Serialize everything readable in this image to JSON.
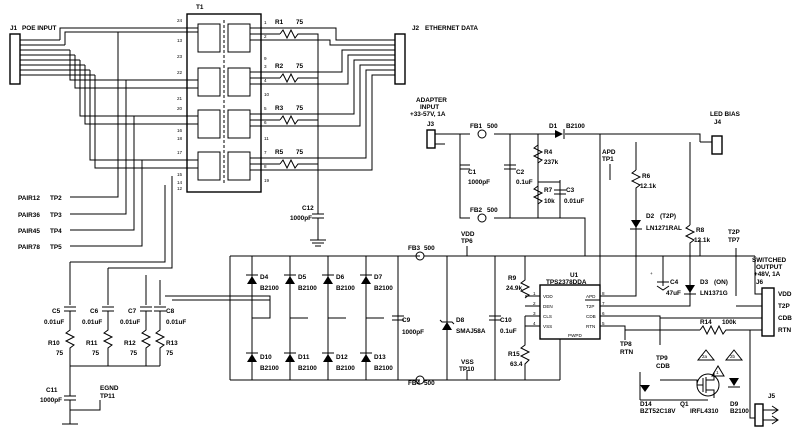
{
  "connectors": {
    "j1": {
      "ref": "J1",
      "name": "POE INPUT"
    },
    "j2": {
      "ref": "J2",
      "name": "ETHERNET DATA"
    },
    "j3": {
      "ref": "J3",
      "name1": "ADAPTER",
      "name2": "INPUT",
      "spec": "+33-57V, 1A"
    },
    "j4": {
      "ref": "J4",
      "name": "LED BIAS"
    },
    "j5": {
      "ref": "J5"
    },
    "j6": {
      "ref": "J6",
      "name1": "SWITCHED",
      "name2": "OUTPUT",
      "spec": "+48V, 1A",
      "pins": [
        "VDD",
        "T2P",
        "CDB",
        "RTN"
      ]
    }
  },
  "transformer": {
    "ref": "T1",
    "left_pins": [
      "24",
      "13",
      "23",
      "22",
      "21",
      "20",
      "16",
      "18",
      "17",
      "15",
      "14",
      "12"
    ],
    "right_pins": [
      "1",
      "2",
      "3",
      "4",
      "5",
      "6",
      "7",
      "8",
      "9",
      "10",
      "11",
      "19"
    ]
  },
  "pair_taps": [
    {
      "name": "PAIR12",
      "tp": "TP2"
    },
    {
      "name": "PAIR36",
      "tp": "TP3"
    },
    {
      "name": "PAIR45",
      "tp": "TP4"
    },
    {
      "name": "PAIR78",
      "tp": "TP5"
    }
  ],
  "resistors": {
    "r1": {
      "ref": "R1",
      "value": "75"
    },
    "r2": {
      "ref": "R2",
      "value": "75"
    },
    "r3": {
      "ref": "R3",
      "value": "75"
    },
    "r5": {
      "ref": "R5",
      "value": "75"
    },
    "r4": {
      "ref": "R4",
      "value": "237k"
    },
    "r7": {
      "ref": "R7",
      "value": "10k"
    },
    "r6": {
      "ref": "R6",
      "value": "12.1k"
    },
    "r8": {
      "ref": "R8",
      "value": "12.1k"
    },
    "r9": {
      "ref": "R9",
      "value": "24.9k"
    },
    "r10": {
      "ref": "R10",
      "value": "75"
    },
    "r11": {
      "ref": "R11",
      "value": "75"
    },
    "r12": {
      "ref": "R12",
      "value": "75"
    },
    "r13": {
      "ref": "R13",
      "value": "75"
    },
    "r14": {
      "ref": "R14",
      "value": "100k"
    },
    "r15": {
      "ref": "R15",
      "value": "63.4"
    }
  },
  "capacitors": {
    "c1": {
      "ref": "C1",
      "value": "1000pF"
    },
    "c2": {
      "ref": "C2",
      "value": "0.1uF"
    },
    "c3": {
      "ref": "C3",
      "value": "0.01uF"
    },
    "c4": {
      "ref": "C4",
      "value": "47uF"
    },
    "c5": {
      "ref": "C5",
      "value": "0.01uF"
    },
    "c6": {
      "ref": "C6",
      "value": "0.01uF"
    },
    "c7": {
      "ref": "C7",
      "value": "0.01uF"
    },
    "c8": {
      "ref": "C8",
      "value": "0.01uF"
    },
    "c9": {
      "ref": "C9",
      "value": "1000pF"
    },
    "c10": {
      "ref": "C10",
      "value": "0.1uF"
    },
    "c11": {
      "ref": "C11",
      "value": "1000pF"
    },
    "c12": {
      "ref": "C12",
      "value": "1000pF"
    }
  },
  "ferrites": {
    "fb1": {
      "ref": "FB1",
      "value": "500"
    },
    "fb2": {
      "ref": "FB2",
      "value": "500"
    },
    "fb3": {
      "ref": "FB3",
      "value": "500"
    },
    "fb4": {
      "ref": "FB4",
      "value": "500"
    }
  },
  "diodes": {
    "d1": {
      "ref": "D1",
      "value": "B2100"
    },
    "d2": {
      "ref": "D2",
      "tag": "(T2P)",
      "value": "LN1271RAL"
    },
    "d3": {
      "ref": "D3",
      "tag": "(ON)",
      "value": "LN1371G"
    },
    "d4": {
      "ref": "D4",
      "value": "B2100"
    },
    "d5": {
      "ref": "D5",
      "value": "B2100"
    },
    "d6": {
      "ref": "D6",
      "value": "B2100"
    },
    "d7": {
      "ref": "D7",
      "value": "B2100"
    },
    "d8": {
      "ref": "D8",
      "value": "SMAJ58A"
    },
    "d9": {
      "ref": "D9",
      "value": "B2100"
    },
    "d10": {
      "ref": "D10",
      "value": "B2100"
    },
    "d11": {
      "ref": "D11",
      "value": "B2100"
    },
    "d12": {
      "ref": "D12",
      "value": "B2100"
    },
    "d13": {
      "ref": "D13",
      "value": "B2100"
    },
    "d14": {
      "ref": "D14",
      "value": "BZT52C18V"
    }
  },
  "transistor": {
    "ref": "Q1",
    "value": "IRFL4310"
  },
  "ic": {
    "ref": "U1",
    "value": "TPS2378DDA",
    "left_pins": [
      {
        "num": "1",
        "name": "VDD"
      },
      {
        "num": "2",
        "name": "DEN"
      },
      {
        "num": "3",
        "name": "CLS"
      },
      {
        "num": "4",
        "name": "VSS"
      }
    ],
    "right_pins": [
      {
        "num": "8",
        "name": "APD"
      },
      {
        "num": "7",
        "name": "T2P"
      },
      {
        "num": "6",
        "name": "CDB"
      },
      {
        "num": "5",
        "name": "RTN"
      }
    ],
    "pad": "PWPD"
  },
  "test_points": {
    "tp1": {
      "net": "APD",
      "ref": "TP1"
    },
    "tp6": {
      "net": "VDD",
      "ref": "TP6"
    },
    "tp7": {
      "net": "T2P",
      "ref": "TP7"
    },
    "tp8": {
      "net": "TP8",
      "ref": "RTN"
    },
    "tp9": {
      "net": "TP9",
      "ref": "CDB"
    },
    "tp10": {
      "net": "VSS",
      "ref": "TP10"
    },
    "tp11": {
      "net": "EGND",
      "ref": "TP11"
    }
  },
  "flags": {
    "a": "2a",
    "b": "2b",
    "c": "1"
  }
}
